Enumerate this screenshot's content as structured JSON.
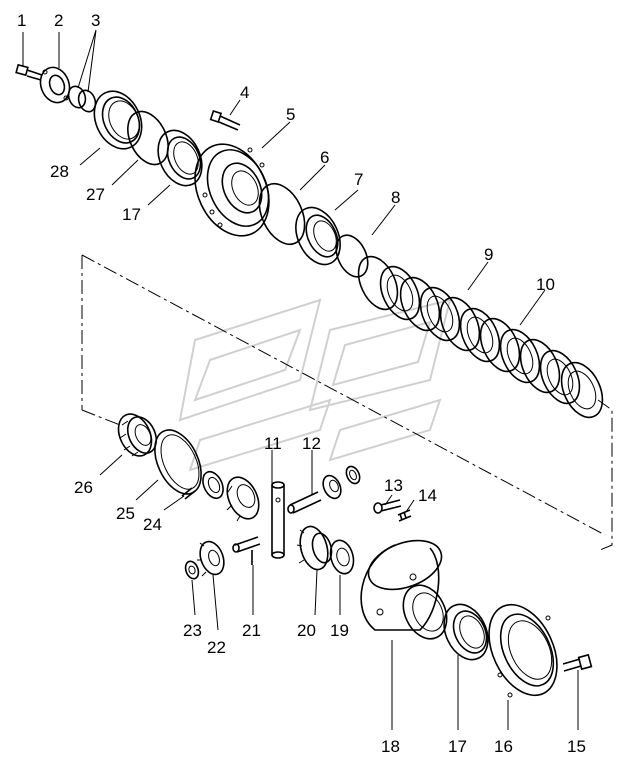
{
  "labels": {
    "p1": "1",
    "p2": "2",
    "p3": "3",
    "p4": "4",
    "p5": "5",
    "p6": "6",
    "p7": "7",
    "p8": "8",
    "p9": "9",
    "p10": "10",
    "p11": "11",
    "p12": "12",
    "p13": "13",
    "p14": "14",
    "p15": "15",
    "p16": "16",
    "p17a": "17",
    "p17b": "17",
    "p18": "18",
    "p19": "19",
    "p20": "20",
    "p21": "21",
    "p22": "22",
    "p23": "23",
    "p24": "24",
    "p25": "25",
    "p26": "26",
    "p27": "27",
    "p28": "28"
  },
  "colors": {
    "line": "#000000",
    "watermark": "#d0d0d0",
    "background": "#ffffff"
  }
}
